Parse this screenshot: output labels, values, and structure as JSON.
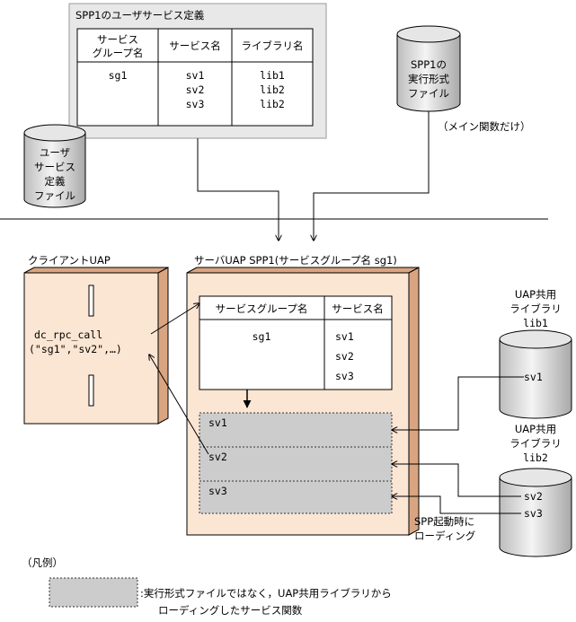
{
  "definition_panel": {
    "title": "SPP1のユーザサービス定義",
    "col_group": [
      "サービス",
      "グループ名"
    ],
    "col_service": "サービス名",
    "col_library": "ライブラリ名",
    "group_value": "sg1",
    "services": [
      "sv1",
      "sv2",
      "sv3"
    ],
    "libraries": [
      "lib1",
      "lib2",
      "lib2"
    ]
  },
  "user_service_file": [
    "ユーザ",
    "サービス",
    "定義",
    "ファイル"
  ],
  "executable_file": {
    "lines": [
      "SPP1の",
      "実行形式",
      "ファイル"
    ],
    "note": "（メイン関数だけ）"
  },
  "client": {
    "label": "クライアントUAP",
    "call_lines": [
      "dc_rpc_call",
      "(\"sg1\",\"sv2\",…)"
    ]
  },
  "server": {
    "label": "サーバUAP SPP1(サービスグループ名 sg1)",
    "table_header_group": "サービスグループ名",
    "table_header_service": "サービス名",
    "group_value": "sg1",
    "services": [
      "sv1",
      "sv2",
      "sv3"
    ],
    "loaded": [
      "sv1",
      "sv2",
      "sv3"
    ]
  },
  "lib1": {
    "title": [
      "UAP共用",
      "ライブラリ",
      "lib1"
    ],
    "items": [
      "sv1"
    ]
  },
  "lib2": {
    "title": [
      "UAP共用",
      "ライブラリ",
      "lib2"
    ],
    "items": [
      "sv2",
      "sv3"
    ]
  },
  "load_note": [
    "SPP起動時に",
    "ローディング"
  ],
  "legend": {
    "title": "（凡例）",
    "text": [
      ":実行形式ファイルではなく，UAP共用ライブラリから",
      "ローディングしたサービス関数"
    ]
  },
  "colors": {
    "panel_bg": "#e8e8e8",
    "server_face": "#fbe5d3",
    "server_side": "#d9a581",
    "loaded_fill": "#cccccc",
    "cylinder_body": "#d8d8d8"
  }
}
